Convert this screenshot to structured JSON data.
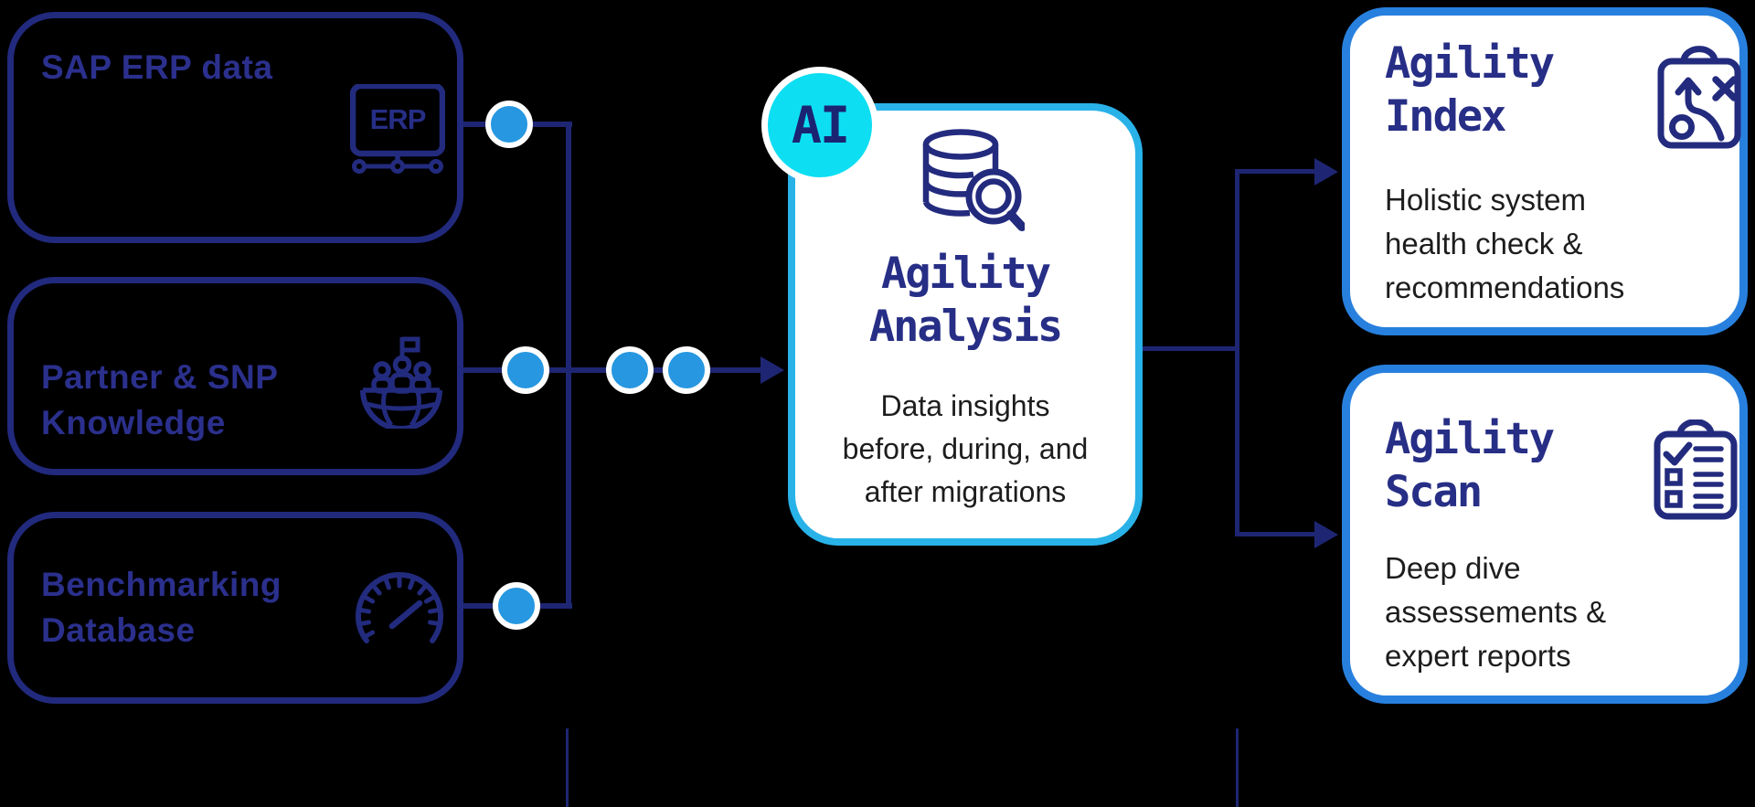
{
  "palette": {
    "background": "#000000",
    "navy_border": "#212a7d",
    "navy_line": "#1e2673",
    "navy_text": "#2b308d",
    "title_navy": "#272e86",
    "dot_blue": "#2697e0",
    "center_border_cyan": "#29b2e8",
    "ai_badge_cyan": "#0edef2",
    "output_border_blue": "#2880de",
    "body_text": "#1d1d1d",
    "card_white": "#ffffff"
  },
  "sources": [
    {
      "title": "SAP ERP data",
      "icon": "erp-network-icon",
      "icon_label": "ERP"
    },
    {
      "title": "Partner & SNP\nKnowledge",
      "icon": "globe-team-flag-icon"
    },
    {
      "title": "Benchmarking\nDatabase",
      "icon": "speedometer-icon"
    }
  ],
  "ai_badge": {
    "label": "AI"
  },
  "analysis": {
    "title": "Agility\nAnalysis",
    "description": "Data insights\nbefore, during, and\nafter migrations",
    "icon": "database-magnifier-icon"
  },
  "outputs": [
    {
      "title": "Agility\nIndex",
      "description": "Holistic system\nhealth check &\nrecommendations",
      "icon": "strategy-clipboard-icon"
    },
    {
      "title": "Agility\nScan",
      "description": "Deep dive\nassessements &\nexpert reports",
      "icon": "checklist-clipboard-icon"
    }
  ]
}
